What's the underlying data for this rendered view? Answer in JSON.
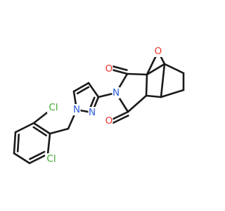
{
  "molecule": {
    "colors": {
      "O": "#e8342a",
      "N": "#2a5bd7",
      "Cl": "#3ea82f",
      "C": "#1a1a1a"
    },
    "atom_labels": [
      {
        "id": "o_bridge",
        "text": "O",
        "element": "O"
      },
      {
        "id": "o_upper",
        "text": "O",
        "element": "O"
      },
      {
        "id": "o_lower",
        "text": "O",
        "element": "O"
      },
      {
        "id": "n_imide",
        "text": "N",
        "element": "N"
      },
      {
        "id": "n_pyrazole_1",
        "text": "N",
        "element": "N"
      },
      {
        "id": "n_pyrazole_2",
        "text": "N",
        "element": "N"
      },
      {
        "id": "cl_upper",
        "text": "Cl",
        "element": "Cl"
      },
      {
        "id": "cl_lower",
        "text": "Cl",
        "element": "Cl"
      }
    ]
  }
}
